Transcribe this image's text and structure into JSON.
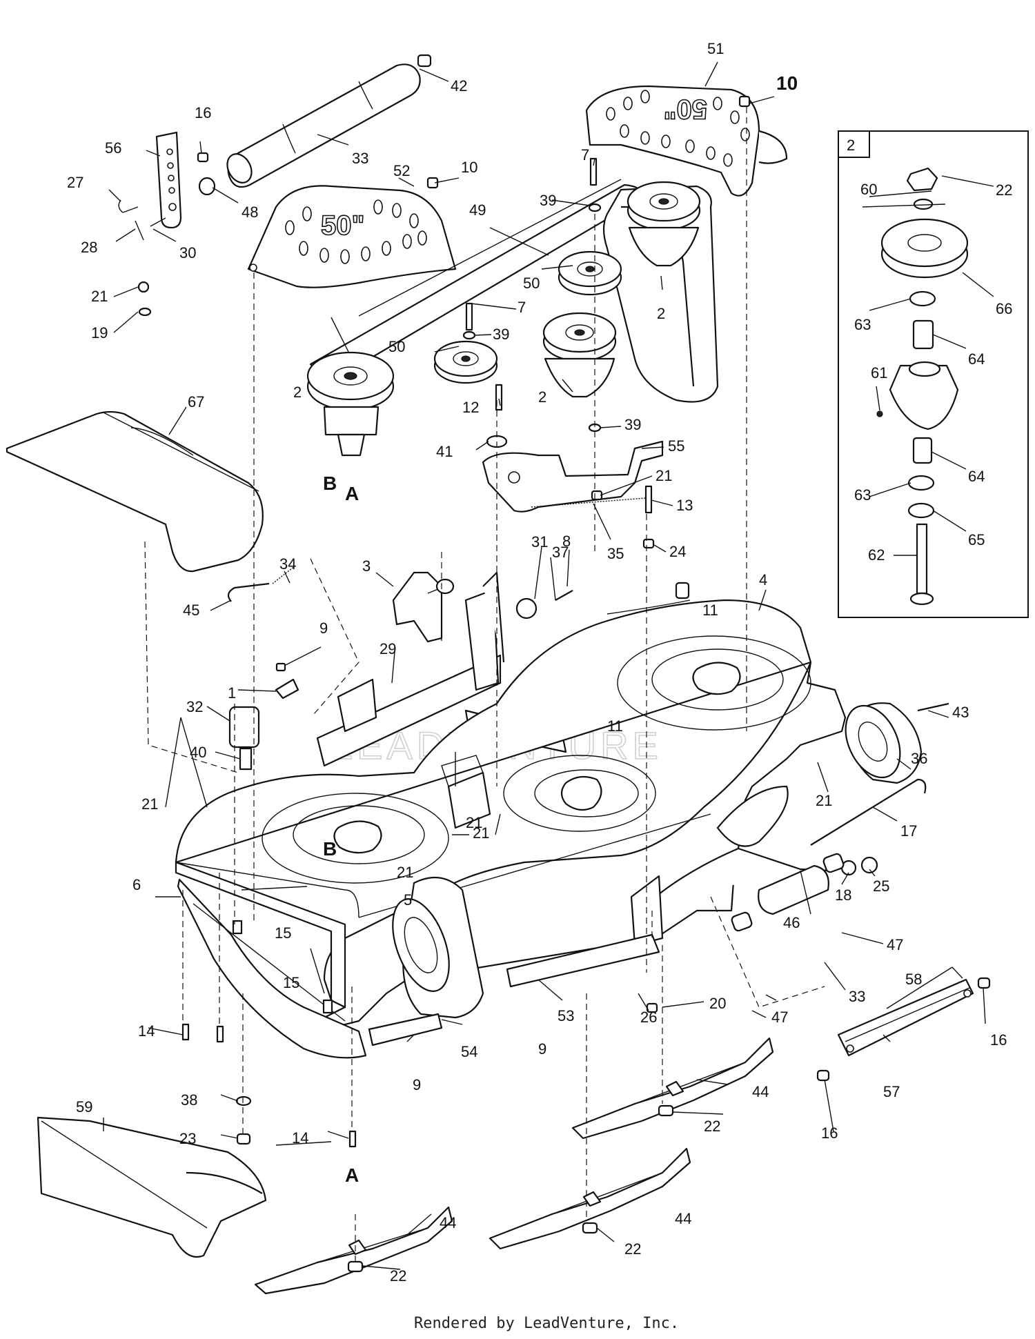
{
  "watermark": "LEADVENTURE",
  "footer": "Rendered by LeadVenture, Inc.",
  "deck_embossed_text": "50\"",
  "inset": {
    "box_label": "2"
  },
  "callouts": {
    "c1": "1",
    "c2a": "2",
    "c2b": "2",
    "c2c": "2",
    "c3": "3",
    "c4": "4",
    "c5": "5",
    "c6": "6",
    "c7a": "7",
    "c7b": "7",
    "c8": "8",
    "c9a": "9",
    "c9b": "9",
    "c9c": "9",
    "c10a": "10",
    "c10b": "10",
    "c11a": "11",
    "c11b": "11",
    "c12": "12",
    "c13": "13",
    "c14a": "14",
    "c14b": "14",
    "c15a": "15",
    "c15b": "15",
    "c16a": "16",
    "c16b": "16",
    "c16c": "16",
    "c17": "17",
    "c18": "18",
    "c19": "19",
    "c20": "20",
    "c21a": "21",
    "c21b": "21",
    "c21c": "21",
    "c21d": "21",
    "c21e": "21",
    "c21f": "21",
    "c21g": "21",
    "c22a": "22",
    "c22b": "22",
    "c22c": "22",
    "c22d": "22",
    "c23": "23",
    "c24": "24",
    "c25": "25",
    "c26": "26",
    "c27": "27",
    "c28": "28",
    "c29": "29",
    "c30": "30",
    "c31": "31",
    "c32": "32",
    "c33a": "33",
    "c33b": "33",
    "c34": "34",
    "c35": "35",
    "c36": "36",
    "c37": "37",
    "c38": "38",
    "c39a": "39",
    "c39b": "39",
    "c39c": "39",
    "c40": "40",
    "c41": "41",
    "c42": "42",
    "c43": "43",
    "c44a": "44",
    "c44b": "44",
    "c44c": "44",
    "c45": "45",
    "c46": "46",
    "c47a": "47",
    "c47b": "47",
    "c48": "48",
    "c49": "49",
    "c50a": "50",
    "c50b": "50",
    "c51": "51",
    "c52": "52",
    "c53": "53",
    "c54": "54",
    "c55": "55",
    "c56": "56",
    "c57": "57",
    "c58": "58",
    "c59": "59",
    "c60": "60",
    "c61": "61",
    "c62": "62",
    "c63a": "63",
    "c63b": "63",
    "c64a": "64",
    "c64b": "64",
    "c65": "65",
    "c66": "66",
    "c67": "67",
    "markA1": "A",
    "markB1": "B",
    "markA2": "A",
    "markB2": "B"
  }
}
